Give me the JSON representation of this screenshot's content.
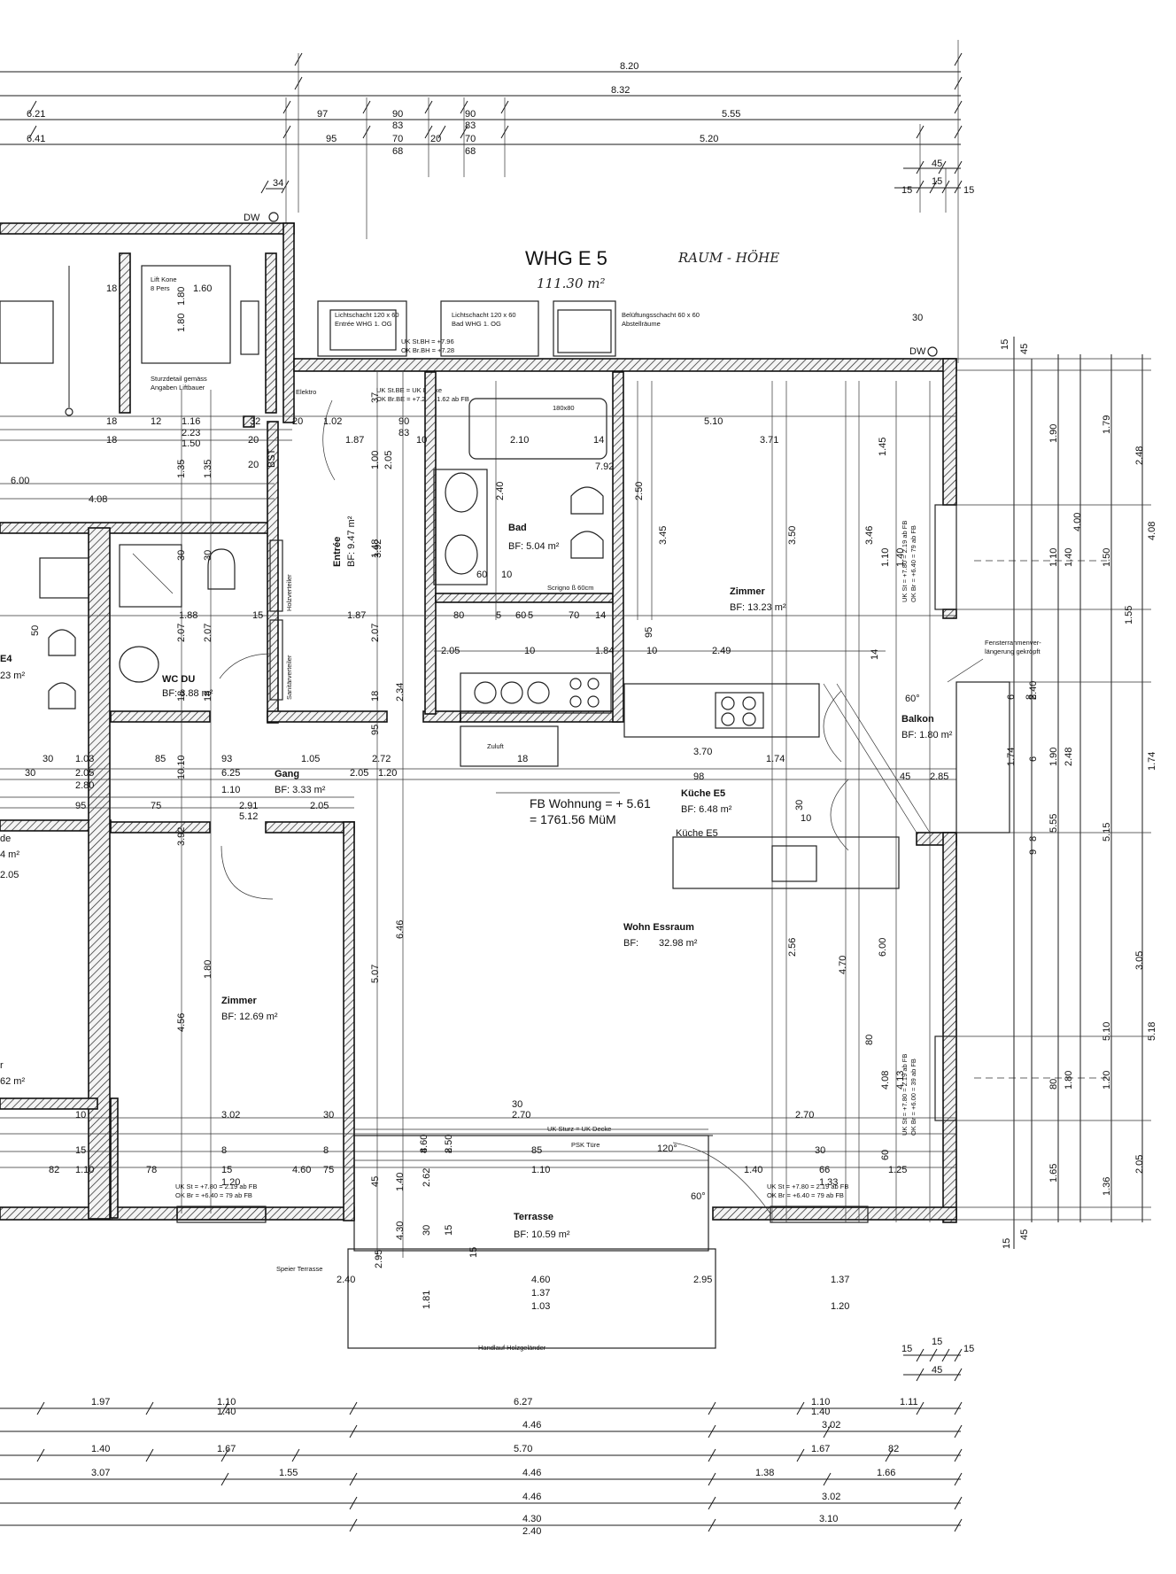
{
  "title": "WHG E 5",
  "handwritten": {
    "area": "111.30 m²",
    "note": "RAUM - HÖHE"
  },
  "floor_level": {
    "line1": "FB Wohnung = + 5.61",
    "line2": "= 1761.56 MüM"
  },
  "rooms": {
    "entree": {
      "name": "Entrée",
      "area": "BF: 9.47 m²"
    },
    "bad": {
      "name": "Bad",
      "area": "BF: 5.04 m²"
    },
    "zimmer1": {
      "name": "Zimmer",
      "area": "BF: 13.23 m²"
    },
    "wcdu": {
      "name": "WC DU",
      "area": "BF: 3.88 m²"
    },
    "gang": {
      "name": "Gang",
      "area": "BF: 3.33 m²"
    },
    "kueche": {
      "name": "Küche E5",
      "area": "BF: 6.48 m²",
      "label2": "Küche E5"
    },
    "balkon": {
      "name": "Balkon",
      "area": "BF: 1.80 m²"
    },
    "wohn": {
      "name": "Wohn Essraum",
      "area_label": "BF:",
      "area": "32.98 m²"
    },
    "zimmer2": {
      "name": "Zimmer",
      "area": "BF: 12.69 m²"
    },
    "terrasse": {
      "name": "Terrasse",
      "area": "BF: 10.59 m²"
    },
    "e4": {
      "name": "E4",
      "area": "23 m²"
    },
    "left_partial1": {
      "name": "de",
      "area": "4 m²",
      "dim": "2.05"
    },
    "left_partial2": {
      "name": "r",
      "area": "62 m²"
    }
  },
  "annotations": {
    "lichtschacht1": [
      "Lichtschacht 120 x 60",
      "Entrée WHG 1. OG"
    ],
    "lichtschacht2": [
      "Lichtschacht 120 x 60",
      "Bad WHG 1. OG"
    ],
    "belueftung": [
      "Belüftungsschacht 60 x 60",
      "Abstellräume"
    ],
    "lift": [
      "Lift Kone",
      "8 Pers"
    ],
    "sturz": [
      "Sturzdetail gemäss",
      "Angaben Liftbauer"
    ],
    "elektro": "Elektro",
    "holzverteiler": "Holzverteiler",
    "sanitaer": "Sanitärverteiler",
    "bathtub": "180x80",
    "scrigno": "Scrigno ß 60cm",
    "fenster": [
      "Fensterrahmenver-",
      "längerung gekröpft"
    ],
    "uk_top1": [
      "UK St.BH = +7.96",
      "OK Br.BH = +7.28"
    ],
    "uk_top2": "UK St.BE = UK Decke",
    "uk_top3": "OK Br.BE = +7.23 = 1.62 ab FB",
    "uk_sturz": "UK Sturz = UK Decke",
    "psk": "PSK Türe",
    "speier": "Speier Terrasse",
    "handlauf": "Handlauf Holzgeländer",
    "uk_bottom_left": [
      "UK St = +7.80 = 2.19 ab FB",
      "OK Br = +6.40 = 79 ab FB"
    ],
    "uk_bottom_right": [
      "UK St = +7.80 = 2.19 ab FB",
      "OK Br = +6.40 = 79 ab FB"
    ],
    "uk_right1": [
      "UK St = +7.80 = 2.19 ab FB",
      "OK Br = +6.40 = 79 ab FB"
    ],
    "uk_right2": [
      "UK St = +7.80 = 2.19 ab FB",
      "OK Br = +6.00 = 39 ab FB"
    ],
    "dw": "DW",
    "angle60": "60°",
    "angle120": "120°",
    "zuluft": "Zuluft"
  },
  "dims_top": {
    "row1": [
      "8.20"
    ],
    "row2": [
      "8.32"
    ],
    "row3": [
      "6.21",
      "97",
      "90",
      "90",
      "5.55"
    ],
    "row3b": [
      "83",
      "83"
    ],
    "row4": [
      "6.41",
      "95",
      "70",
      "20",
      "70",
      "5.20"
    ],
    "row4b": [
      "68",
      "68"
    ],
    "right": [
      "45",
      "15",
      "15",
      "15"
    ],
    "misc": [
      "34",
      "30"
    ]
  },
  "dims_interior": [
    "18",
    "1.60",
    "1.80",
    "1.80",
    "18",
    "12",
    "1.16",
    "32",
    "20",
    "1.02",
    "37",
    "90",
    "83",
    "1.87",
    "10",
    "2.10",
    "14",
    "5.10",
    "3.71",
    "18",
    "2.23",
    "1.50",
    "20",
    "1.35",
    "1.35",
    "20",
    "BST",
    "1.00",
    "2.05",
    "2.40",
    "7.92",
    "2.50",
    "3.45",
    "3.50",
    "3.46",
    "1.45",
    "6.00",
    "4.08",
    "1.48",
    "3.92",
    "60",
    "10",
    "1.10",
    "1.40",
    "30",
    "30",
    "1.88",
    "15",
    "1.87",
    "80",
    "5",
    "60",
    "5",
    "70",
    "14",
    "2.07",
    "2.07",
    "2.07",
    "95",
    "2.05",
    "10",
    "1.84",
    "10",
    "2.49",
    "14",
    "50",
    "18",
    "18",
    "18",
    "2.34",
    "3.70",
    "1.74",
    "6",
    "8",
    "2.40",
    "18",
    "95",
    "30",
    "1.03",
    "85",
    "93",
    "1.05",
    "2.72",
    "98",
    "45",
    "2.85",
    "30",
    "2.05",
    "6.25",
    "2.05",
    "1.20",
    "10.10",
    "30",
    "2.80",
    "1.10",
    "95",
    "75",
    "2.91",
    "2.05",
    "10",
    "5.12",
    "3.92",
    "6.46",
    "5.07",
    "2.56",
    "4.70",
    "6.00",
    "4.56",
    "1.80",
    "80",
    "4.08",
    "4.13",
    "30",
    "2.70",
    "10",
    "3.02",
    "30",
    "2.70",
    "15",
    "8",
    "8",
    "8",
    "8",
    "4.60",
    "2.50",
    "85",
    "30",
    "82",
    "1.10",
    "78",
    "15",
    "4.60",
    "75",
    "1.10",
    "1.40",
    "66",
    "1.20",
    "1.33",
    "1.25",
    "60",
    "45",
    "1.40",
    "2.62",
    "30",
    "15",
    "4.30",
    "15",
    "2.95",
    "2.40",
    "4.60",
    "2.95",
    "1.37",
    "1.37",
    "1.03",
    "1.20",
    "1.81"
  ],
  "dims_right": [
    "15",
    "45",
    "1.90",
    "1.79",
    "2.48",
    "4.00",
    "1.50",
    "1.10",
    "1.40",
    "4.08",
    "1.55",
    "6",
    "8",
    "1.74",
    "1.90",
    "2.48",
    "1.74",
    "8",
    "9",
    "5.55",
    "5.15",
    "3.05",
    "5.10",
    "5.18",
    "1.80",
    "1.20",
    "1.65",
    "1.36",
    "2.05",
    "15",
    "45",
    "80",
    "1.10",
    "1.40"
  ],
  "dims_bottom": {
    "row1": [
      "15",
      "15",
      "45",
      "15"
    ],
    "row2": [
      "1.97",
      "1.10",
      "6.27",
      "1.10",
      "1.11"
    ],
    "row2b": [
      "1.40",
      "1.40"
    ],
    "row3": [
      "4.46",
      "3.02"
    ],
    "row4": [
      "1.40",
      "1.67",
      "5.70",
      "1.67",
      "82"
    ],
    "row5": [
      "3.07",
      "1.55",
      "4.46",
      "1.38",
      "1.66"
    ],
    "row6": [
      "4.46",
      "3.02"
    ],
    "row7": [
      "4.30",
      "3.10"
    ],
    "row7b": [
      "2.40"
    ]
  }
}
